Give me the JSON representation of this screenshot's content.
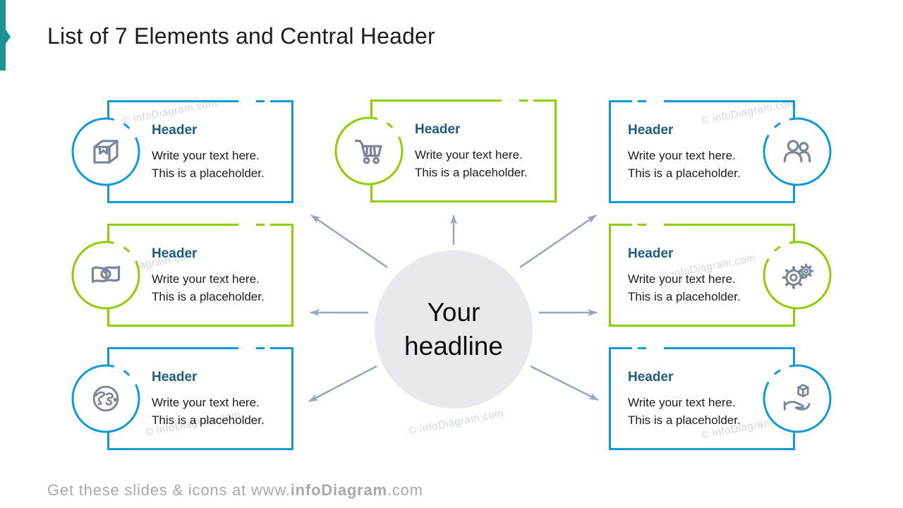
{
  "slide": {
    "title": "List of 7 Elements and Central Header",
    "watermark": "© infoDiagram.com",
    "footer": {
      "prefix": "Get these slides & icons at www.",
      "brand": "infoDiagram",
      "suffix": ".com"
    }
  },
  "center": {
    "line1": "Your",
    "line2": "headline"
  },
  "cards": [
    {
      "position": "top-left",
      "color": "blue",
      "icon": "package-icon",
      "header": "Header",
      "body1": "Write your text here.",
      "body2": "This is a placeholder."
    },
    {
      "position": "top-center",
      "color": "green",
      "icon": "shopping-cart-icon",
      "header": "Header",
      "body1": "Write your text here.",
      "body2": "This is a placeholder."
    },
    {
      "position": "top-right",
      "color": "blue",
      "icon": "people-icon",
      "header": "Header",
      "body1": "Write your text here.",
      "body2": "This is a placeholder."
    },
    {
      "position": "middle-left",
      "color": "green",
      "icon": "banknote-icon",
      "header": "Header",
      "body1": "Write your text here.",
      "body2": "This is a placeholder."
    },
    {
      "position": "middle-right",
      "color": "green",
      "icon": "gears-icon",
      "header": "Header",
      "body1": "Write your text here.",
      "body2": "This is a placeholder."
    },
    {
      "position": "bottom-left",
      "color": "blue",
      "icon": "globe-icon",
      "header": "Header",
      "body1": "Write your text here.",
      "body2": "This is a placeholder."
    },
    {
      "position": "bottom-right",
      "color": "blue",
      "icon": "hand-box-icon",
      "header": "Header",
      "body1": "Write your text here.",
      "body2": "This is a placeholder."
    }
  ],
  "colors": {
    "blue": "#0f9bd7",
    "green": "#8dcf00",
    "accent_teal": "#189492",
    "header_text": "#1f5c7e",
    "icon_gray": "#7b8698",
    "arrow": "#97a6b8",
    "center_circle_fill": "#e7e9ec"
  }
}
